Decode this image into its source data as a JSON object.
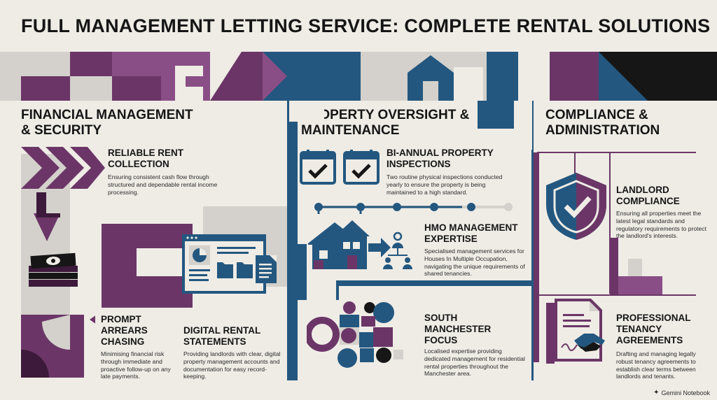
{
  "title": "FULL MANAGEMENT LETTING SERVICE: COMPLETE RENTAL SOLUTIONS",
  "colors": {
    "purple": "#6b3667",
    "blue": "#23577f",
    "black": "#161616",
    "grey": "#d4d1cc",
    "background": "#efece6"
  },
  "columns": [
    {
      "heading": "FINANCIAL MANAGEMENT & SECURITY",
      "items": [
        {
          "title": "RELIABLE RENT COLLECTION",
          "desc": "Ensuring consistent cash flow through structured and dependable rental income processing.",
          "icon": "chevron-arrows-icon"
        },
        {
          "title": "PROMPT ARREARS CHASING",
          "desc": "Minimising financial risk through immediate and proactive follow-up on any late payments.",
          "icon": "cash-stack-icon"
        },
        {
          "title": "DIGITAL RENTAL STATEMENTS",
          "desc": "Providing landlords with clear, digital property management accounts and documentation for easy record-keeping.",
          "icon": "digital-statement-icon"
        }
      ]
    },
    {
      "heading": "PROPERTY OVERSIGHT & MAINTENANCE",
      "items": [
        {
          "title": "BI-ANNUAL PROPERTY INSPECTIONS",
          "desc": "Two routine physical inspections conducted yearly to ensure the property is being maintained to a high standard.",
          "icon": "calendar-check-icon"
        },
        {
          "title": "HMO MANAGEMENT EXPERTISE",
          "desc": "Specialised management services for Houses In Multiple Occupation, navigating the unique requirements of shared tenancies.",
          "icon": "houses-icon"
        },
        {
          "title": "SOUTH MANCHESTER FOCUS",
          "desc": "Localised expertise providing dedicated management for residential rental properties throughout the Manchester area.",
          "icon": "geometric-map-icon"
        }
      ]
    },
    {
      "heading": "COMPLIANCE & ADMINISTRATION",
      "items": [
        {
          "title": "LANDLORD COMPLIANCE",
          "desc": "Ensuring all properties meet the latest legal standards and regulatory requirements to protect the landlord's interests.",
          "icon": "shield-check-icon"
        },
        {
          "title": "PROFESSIONAL TENANCY AGREEMENTS",
          "desc": "Drafting and managing legally robust tenancy agreements to establish clear terms between landlords and tenants.",
          "icon": "handshake-document-icon"
        }
      ]
    }
  ],
  "credit": "Gemini Notebook"
}
